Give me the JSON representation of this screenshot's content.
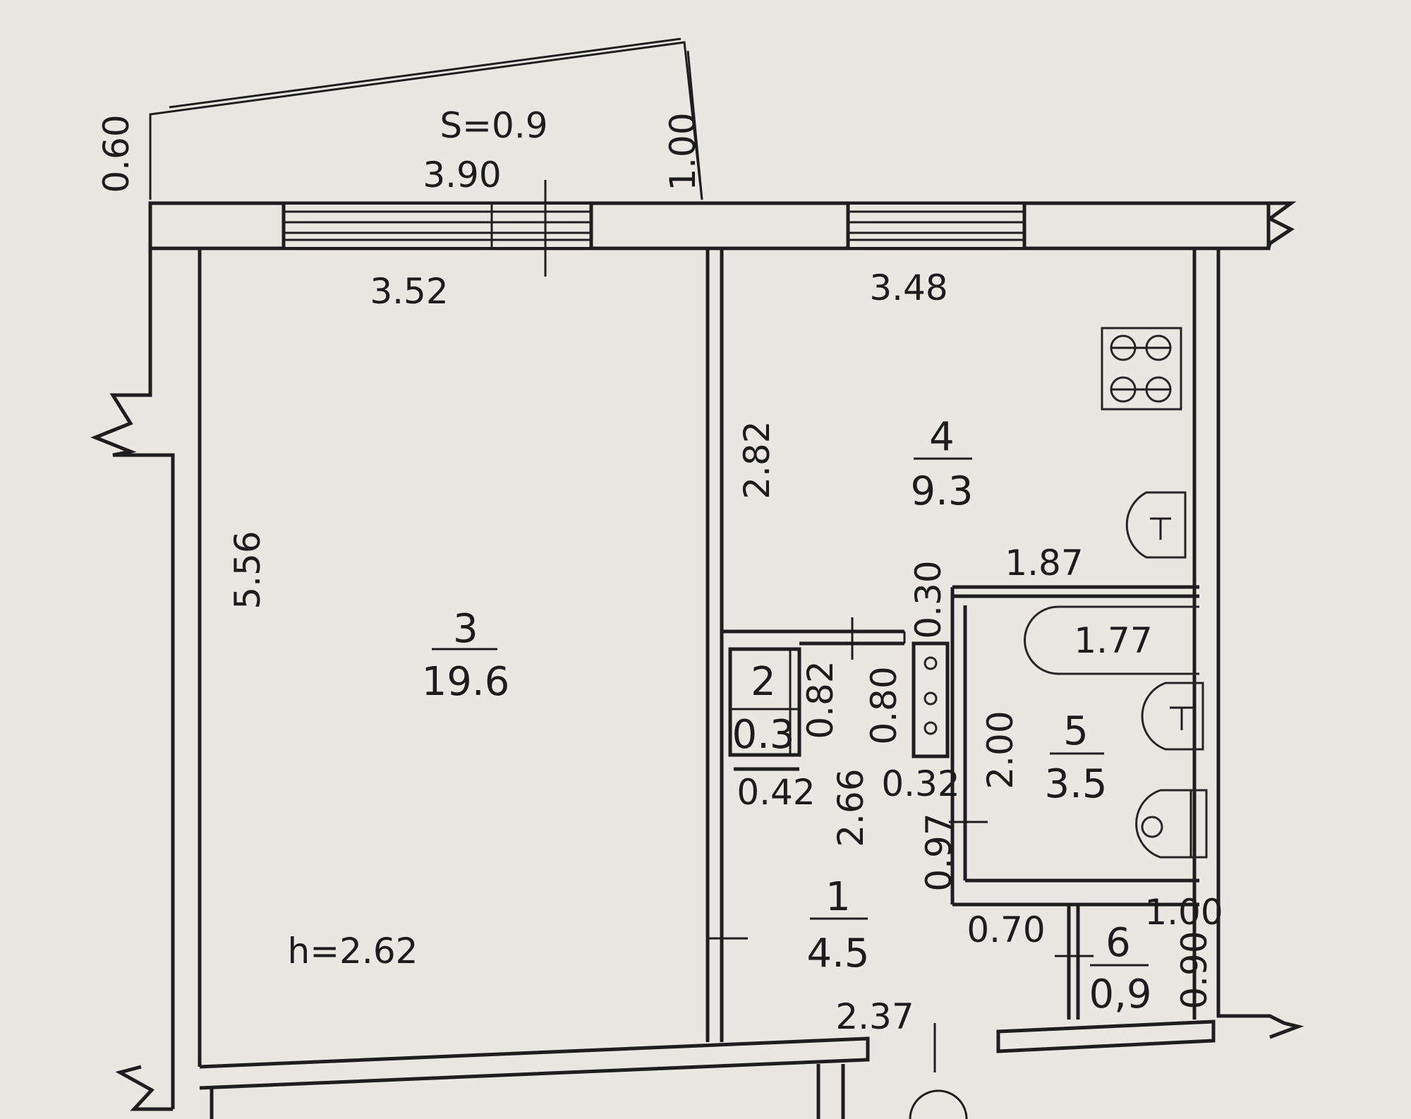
{
  "colors": {
    "paper": "#e9e7e2",
    "ink": "#1e1e1e"
  },
  "rooms": [
    {
      "number": "1",
      "area": "4.5"
    },
    {
      "number": "2",
      "area": "0.3"
    },
    {
      "number": "3",
      "area": "19.6"
    },
    {
      "number": "4",
      "area": "9.3"
    },
    {
      "number": "5",
      "area": "3.5"
    },
    {
      "number": "6",
      "area": "0,9"
    }
  ],
  "balcony": {
    "area": "S=0.9"
  },
  "ceiling_height": "h=2.62",
  "dimensions": {
    "balcony_left": "0.60",
    "balcony_length": "3.90",
    "balcony_right": "1.00",
    "room3_width": "3.52",
    "room3_depth": "5.56",
    "kitchen_width": "3.48",
    "kitchen_depth": "2.82",
    "bath_top_width": "1.87",
    "bath_gap": "0.30",
    "tub_length": "1.77",
    "closet_depth": "0.82",
    "shaft_depth": "0.80",
    "bath_depth": "2.00",
    "closet_width": "0.42",
    "hall_length": "2.66",
    "hall_step": "0.32",
    "bath_door": "0.97",
    "wc_width": "0.70",
    "wc_depth": "1.00",
    "wc_side": "0.90",
    "entrance_width": "2.37"
  }
}
